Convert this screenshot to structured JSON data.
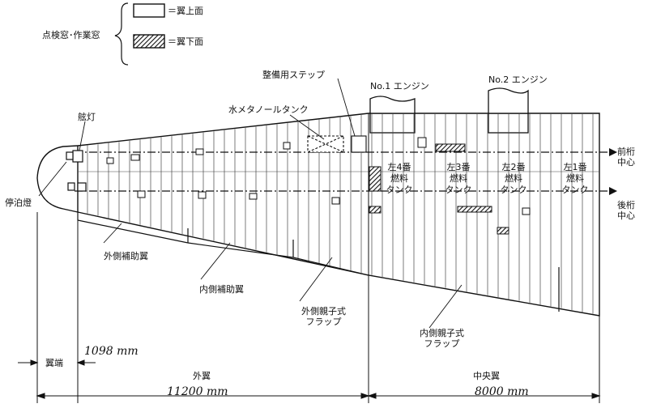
{
  "legend": {
    "title": "点検窓･作業窓",
    "upper": "＝翼上面",
    "lower": "＝翼下面"
  },
  "labels": {
    "step": "整備用ステップ",
    "engine1": "No.1 エンジン",
    "engine2": "No.2 エンジン",
    "nav_light": "舷灯",
    "water_tank": "水メタノールタンク",
    "front_spar": "前桁\n中心",
    "rear_spar": "後桁\n中心",
    "mooring_light": "停泊燈",
    "outer_aileron": "外側補助翼",
    "inner_aileron": "内側補助翼",
    "outer_flap": "外側親子式\nフラップ",
    "inner_flap": "内側親子式\nフラップ",
    "wingtip": "翼端",
    "outer_wing": "外翼",
    "center_wing": "中央翼"
  },
  "tanks": [
    {
      "name": "左4番\n燃料\nタンク"
    },
    {
      "name": "左3番\n燃料\nタンク"
    },
    {
      "name": "左2番\n燃料\nタンク"
    },
    {
      "name": "左1番\n燃料\nタンク"
    }
  ],
  "dimensions": {
    "wingtip": "1098 mm",
    "outer": "11200 mm",
    "center": "8000 mm"
  }
}
